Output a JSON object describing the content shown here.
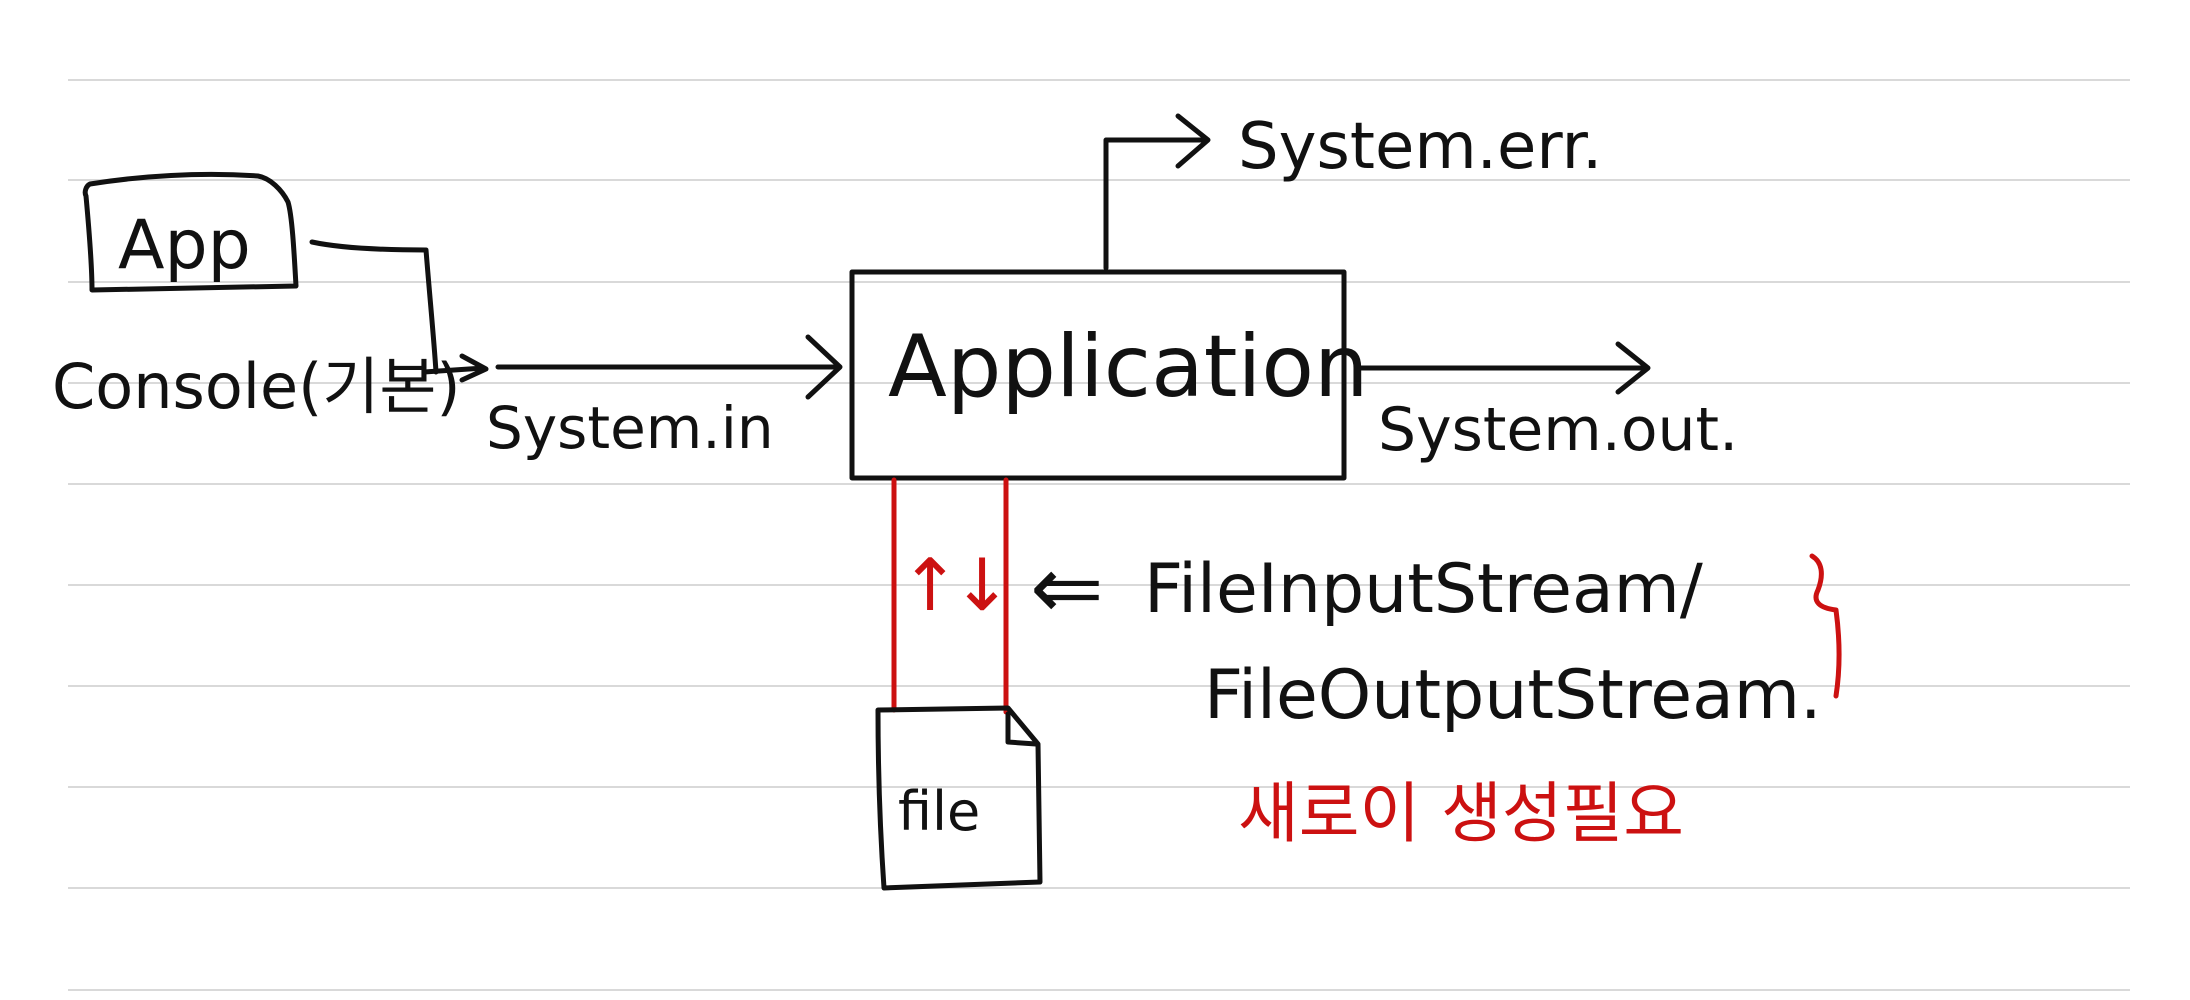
{
  "colors": {
    "paper": "#ffffff",
    "rule_line": "#d9d9d9",
    "ink": "#111111",
    "red_ink": "#cc1111"
  },
  "labels": {
    "app_box": "App",
    "console": "Console(기본)",
    "system_in": "System.in",
    "application": "Application",
    "system_err": "System.err.",
    "system_out": "System.out.",
    "file": "file",
    "file_input_stream": "FileInputStream/",
    "file_output_stream": "FileOutputStream.",
    "red_note": "새로이 생성필요"
  },
  "symbols": {
    "up_arrow": "↑",
    "down_arrow": "↓",
    "double_left_arrow": "⇐"
  }
}
